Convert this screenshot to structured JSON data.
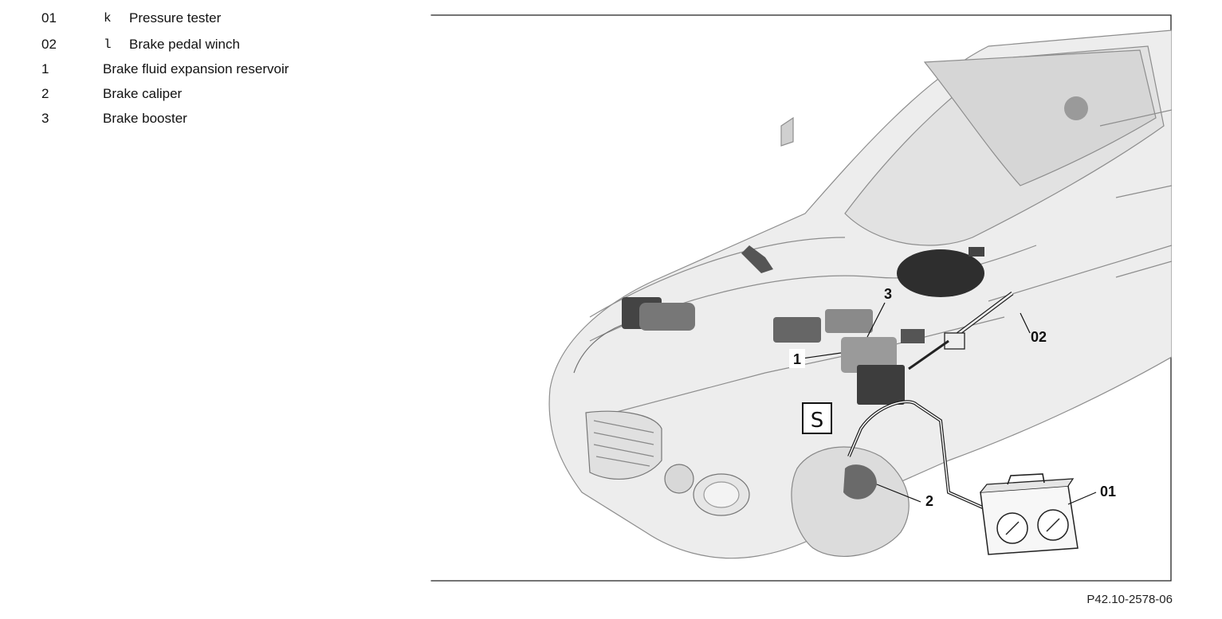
{
  "legend": [
    {
      "num": "01",
      "symbol": "k",
      "label": "Pressure tester"
    },
    {
      "num": "02",
      "symbol": "l",
      "label": "Brake pedal winch"
    },
    {
      "num": "1",
      "symbol": "",
      "label": "Brake fluid expansion reservoir"
    },
    {
      "num": "2",
      "symbol": "",
      "label": "Brake caliper"
    },
    {
      "num": "3",
      "symbol": "",
      "label": "Brake booster"
    }
  ],
  "figure": {
    "callouts": {
      "c01": "01",
      "c02": "02",
      "c1": "1",
      "c2": "2",
      "c3": "3"
    },
    "figure_code": "P42.10-2578-06"
  }
}
